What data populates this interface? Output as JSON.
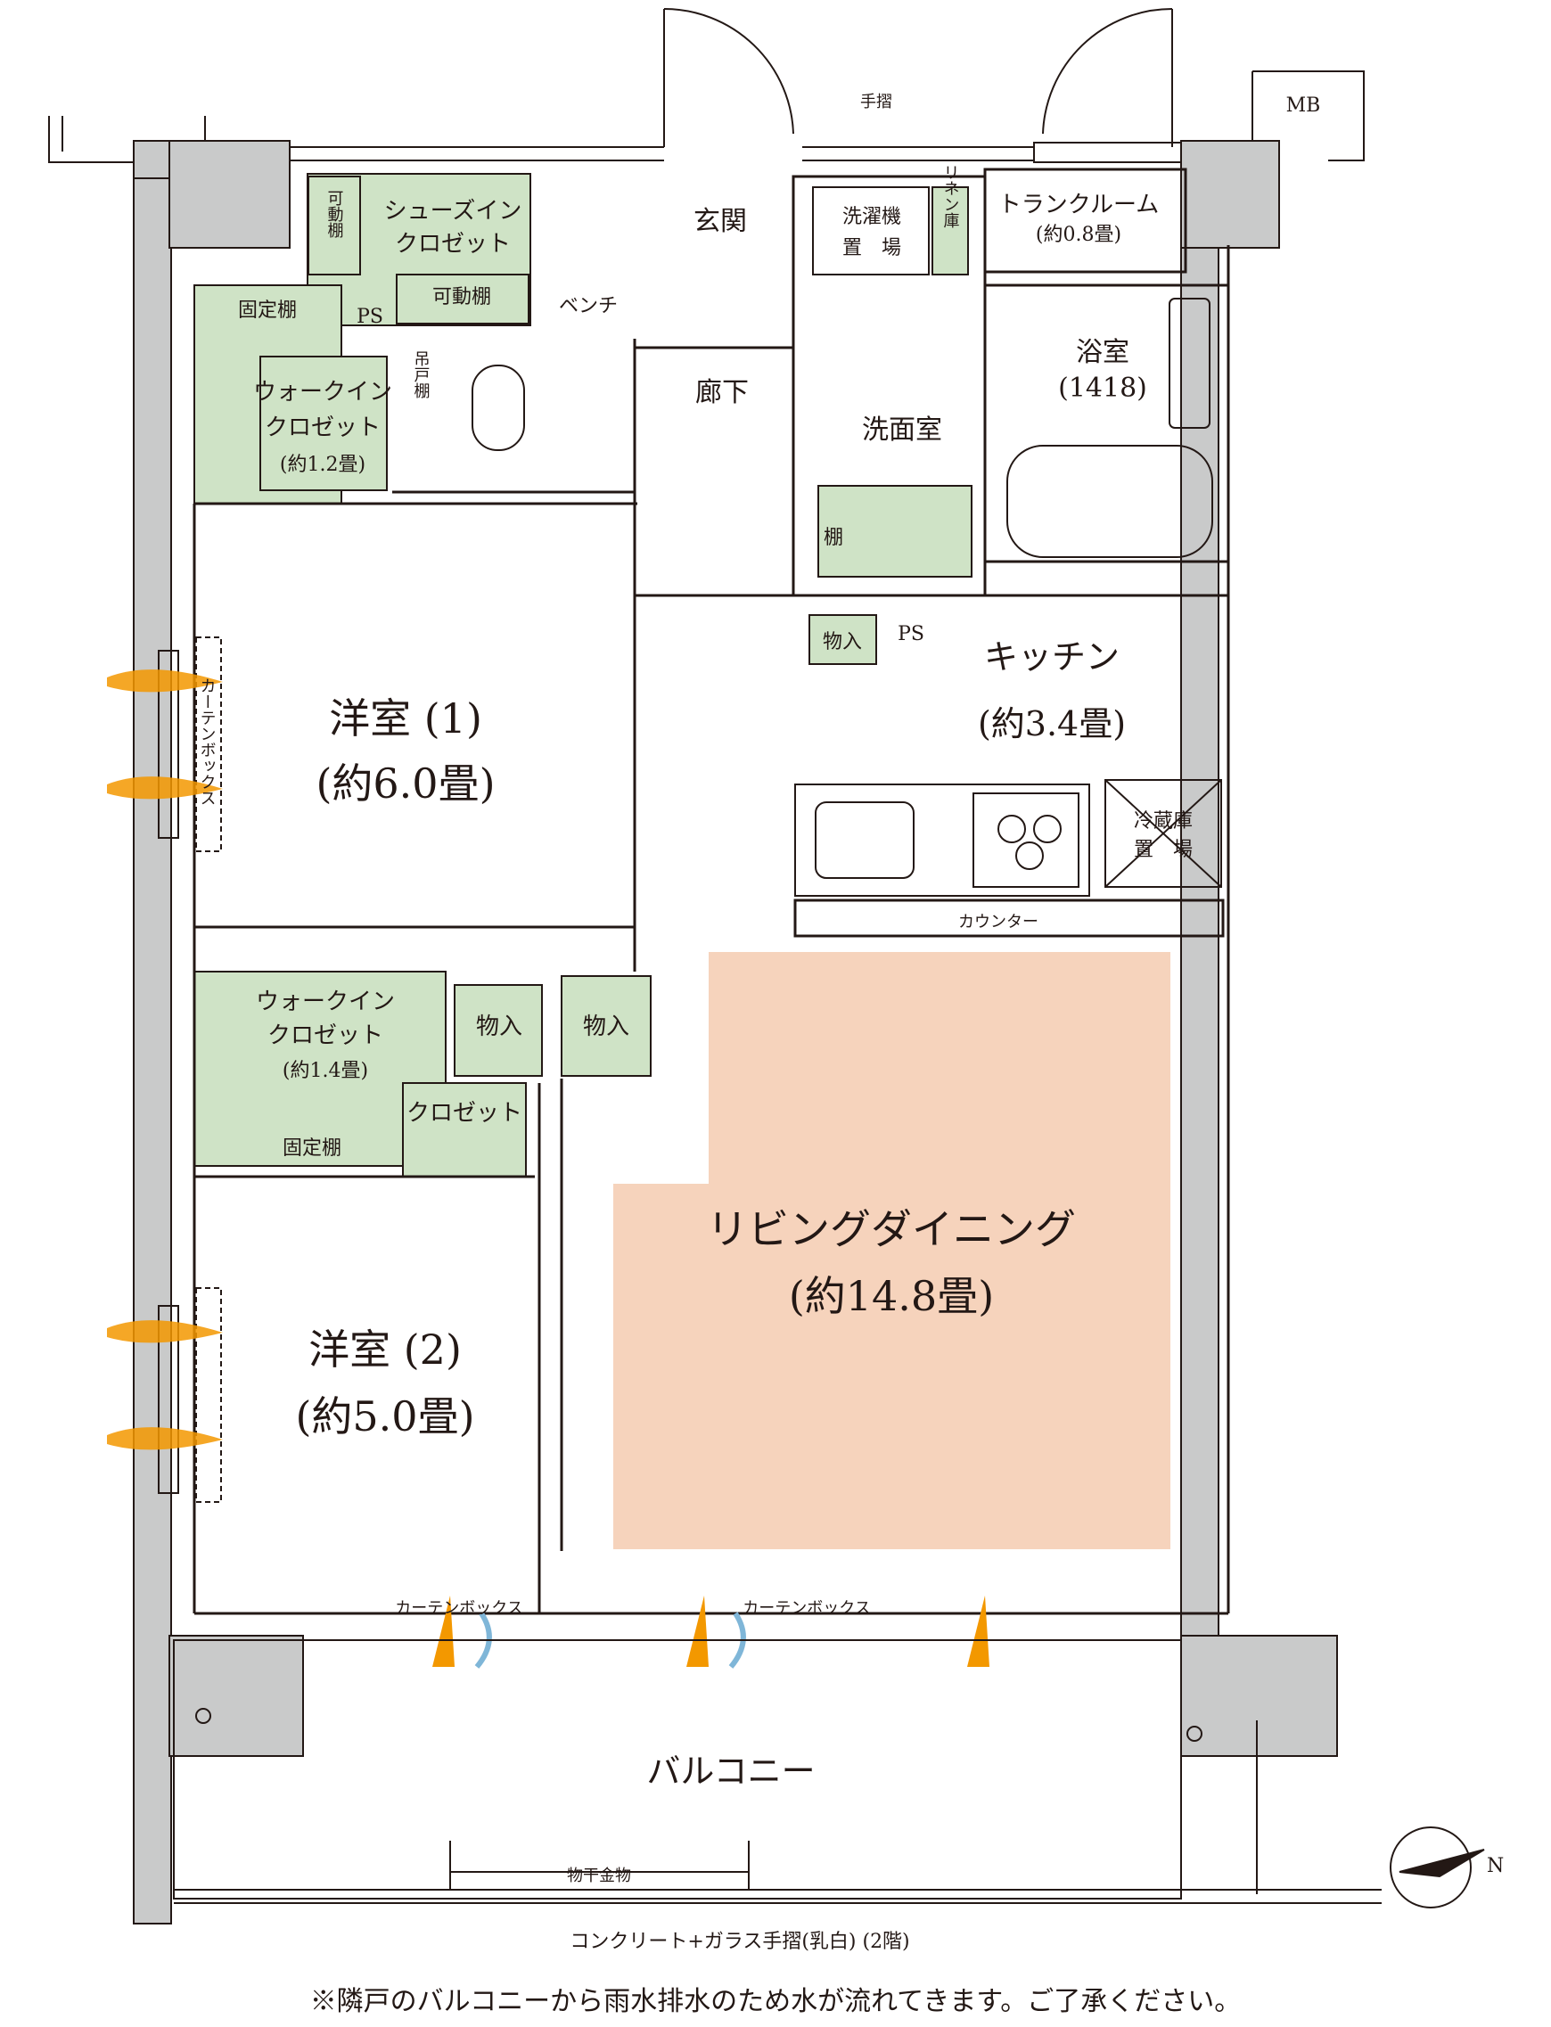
{
  "colors": {
    "storage_green": "#cfe3c6",
    "living_peach": "#f6d3bc",
    "wall_gray": "#c9caca",
    "line": "#231815",
    "breeze_orange": "#f39800",
    "breeze_blue": "#7fb6d8"
  },
  "meter_box": "MB",
  "rooms": {
    "entrance": "玄関",
    "corridor": "廊下",
    "shoes_closet_l1": "シューズイン",
    "shoes_closet_l2": "クロゼット",
    "movable_shelf_vertical": "可動棚",
    "movable_shelf": "可動棚",
    "bench": "ベンチ",
    "ps": "PS",
    "fixed_shelf": "固定棚",
    "wic1_l1": "ウォークイン",
    "wic1_l2": "クロゼット",
    "wic1_l3": "(約1.2畳)",
    "hanging_shelf": "吊戸棚",
    "handrail": "手摺",
    "washer_l1": "洗濯機",
    "washer_l2": "置　場",
    "linen": "リネン庫",
    "trunk_l1": "トランクルーム",
    "trunk_l2": "(約0.8畳)",
    "bath_l1": "浴室",
    "bath_l2": "(1418)",
    "washroom": "洗面室",
    "shelf": "棚",
    "storage": "物入",
    "ps2": "PS",
    "kitchen_l1": "キッチン",
    "kitchen_l2": "(約3.4畳)",
    "fridge_l1": "冷蔵庫",
    "fridge_l2": "置　場",
    "counter": "カウンター",
    "room1_l1": "洋室 (1)",
    "room1_l2": "(約6.0畳)",
    "curtain_box": "カーテンボックス",
    "wic2_l1": "ウォークイン",
    "wic2_l2": "クロゼット",
    "wic2_l3": "(約1.4畳)",
    "storage2": "物入",
    "storage3": "物入",
    "closet": "クロゼット",
    "fixed_shelf2": "固定棚",
    "ldk_l1": "リビングダイニング",
    "ldk_l2": "(約14.8畳)",
    "room2_l1": "洋室 (2)",
    "room2_l2": "(約5.0畳)",
    "curtain_box_b1": "カーテンボックス",
    "curtain_box_b2": "カーテンボックス",
    "balcony": "バルコニー",
    "laundry_pole": "物干金物",
    "handrail_note": "コンクリート+ガラス手摺(乳白) (2階)"
  },
  "compass_label": "N",
  "footnote": "※隣戸のバルコニーから雨水排水のため水が流れてきます。ご了承ください。"
}
